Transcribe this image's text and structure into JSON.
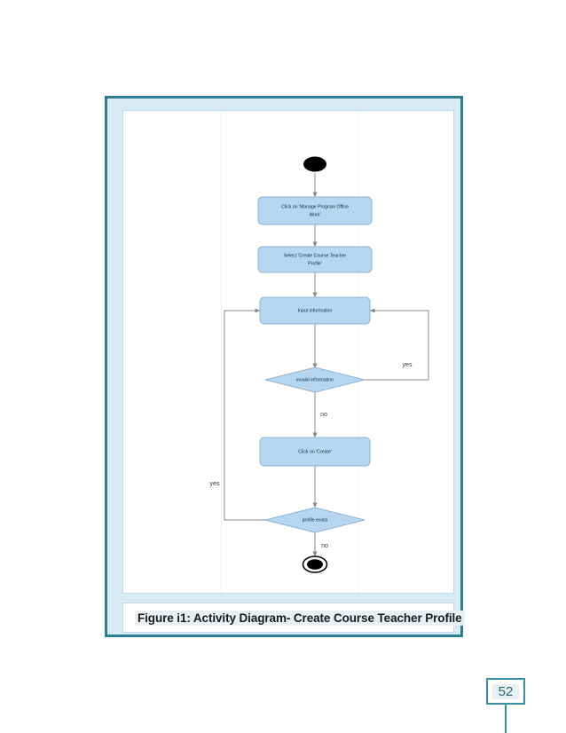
{
  "document": {
    "page_number": "52",
    "caption": "Figure i1: Activity Diagram- Create Course Teacher Profile"
  },
  "colors": {
    "frame_border": "#2e7f95",
    "frame_band": "#d6ebf4",
    "node_fill": "#b7d7f0",
    "node_stroke": "#8fb4cf",
    "edge_stroke": "#8a8a8a",
    "terminal_fill": "#000000",
    "page_number_border": "#3d8fa5"
  },
  "diagram": {
    "title": "Activity Diagram - Create Course Teacher Profile",
    "type": "uml-activity-diagram",
    "nodes": [
      {
        "id": "start",
        "kind": "initial-node",
        "label": ""
      },
      {
        "id": "act1",
        "kind": "action",
        "label": "Click on 'Manage Program Office Work'"
      },
      {
        "id": "act2",
        "kind": "action",
        "label": "Select 'Create Course Teacher Profile'"
      },
      {
        "id": "act3",
        "kind": "action",
        "label": "Input information"
      },
      {
        "id": "dec1",
        "kind": "decision",
        "label": "invalid information"
      },
      {
        "id": "act4",
        "kind": "action",
        "label": "Click on 'Create'"
      },
      {
        "id": "dec2",
        "kind": "decision",
        "label": "profile exists"
      },
      {
        "id": "end",
        "kind": "final-node",
        "label": ""
      }
    ],
    "edges": [
      {
        "from": "start",
        "to": "act1",
        "label": ""
      },
      {
        "from": "act1",
        "to": "act2",
        "label": ""
      },
      {
        "from": "act2",
        "to": "act3",
        "label": ""
      },
      {
        "from": "act3",
        "to": "dec1",
        "label": ""
      },
      {
        "from": "dec1",
        "to": "act3",
        "label": "yes"
      },
      {
        "from": "dec1",
        "to": "act4",
        "label": "no"
      },
      {
        "from": "act4",
        "to": "dec2",
        "label": ""
      },
      {
        "from": "dec2",
        "to": "act3",
        "label": "yes"
      },
      {
        "from": "dec2",
        "to": "end",
        "label": "no"
      }
    ],
    "edge_labels": {
      "dec1_yes": "yes",
      "dec1_no": "no",
      "dec2_yes": "yes",
      "dec2_no": "no"
    },
    "node_text": {
      "act1_line1": "Click on 'Manage Program Office",
      "act1_line2": "Work'",
      "act2_line1": "Select 'Create Course Teacher",
      "act2_line2": "Profile'",
      "act3": "Input information",
      "dec1": "invalid information",
      "act4": "Click on 'Create'",
      "dec2": "profile exists"
    }
  }
}
